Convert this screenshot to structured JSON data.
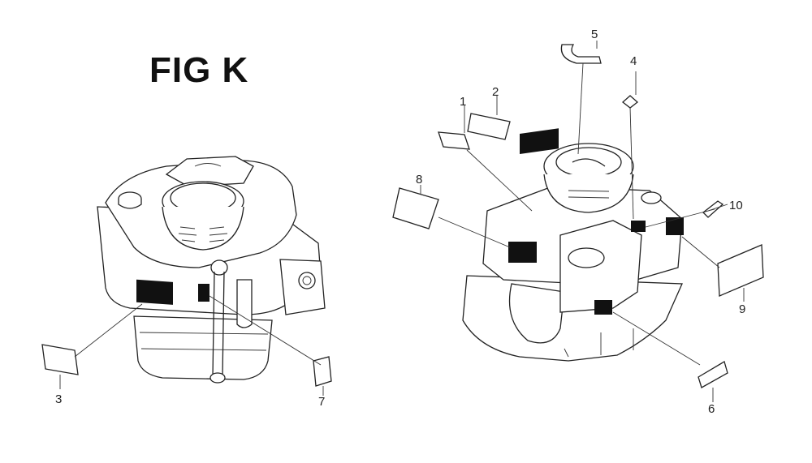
{
  "figure": {
    "title": "FIG K"
  },
  "callouts": {
    "c1": "1",
    "c2": "2",
    "c3": "3",
    "c4": "4",
    "c5": "5",
    "c6": "6",
    "c7": "7",
    "c8": "8",
    "c9": "9",
    "c10": "10"
  }
}
